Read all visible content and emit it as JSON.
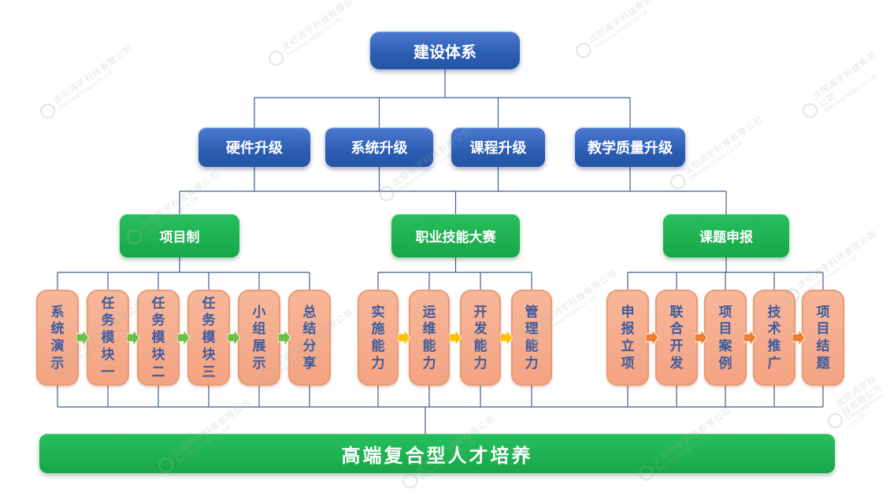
{
  "root": {
    "label": "建设体系"
  },
  "level2": [
    {
      "label": "硬件升级"
    },
    {
      "label": "系统升级"
    },
    {
      "label": "课程升级"
    },
    {
      "label": "教学质量升级"
    }
  ],
  "groups": [
    {
      "header": "项目制",
      "arrow_color": "#6dbf45",
      "items": [
        "系统演示",
        "任务模块一",
        "任务模块二",
        "任务模块三",
        "小组展示",
        "总结分享"
      ]
    },
    {
      "header": "职业技能大赛",
      "arrow_color": "#ffc001",
      "items": [
        "实施能力",
        "运维能力",
        "开发能力",
        "管理能力"
      ]
    },
    {
      "header": "课题申报",
      "arrow_color": "#ee7d2d",
      "items": [
        "申报立项",
        "联合开发",
        "项目案例",
        "技术推广",
        "项目结题"
      ]
    }
  ],
  "footer": {
    "label": "高端复合型人才培养"
  },
  "watermark": {
    "company": "沈阳鸿宇科技有限公司",
    "company_en": "Shenyang hongyu Co. Ltd"
  },
  "colors": {
    "blue": "#2f62b8",
    "green": "#1db255",
    "orange_fill": "#f5a988",
    "orange_border": "#ec9a75",
    "line": "#3e5e8e",
    "item_text": "#3d5b9d"
  }
}
